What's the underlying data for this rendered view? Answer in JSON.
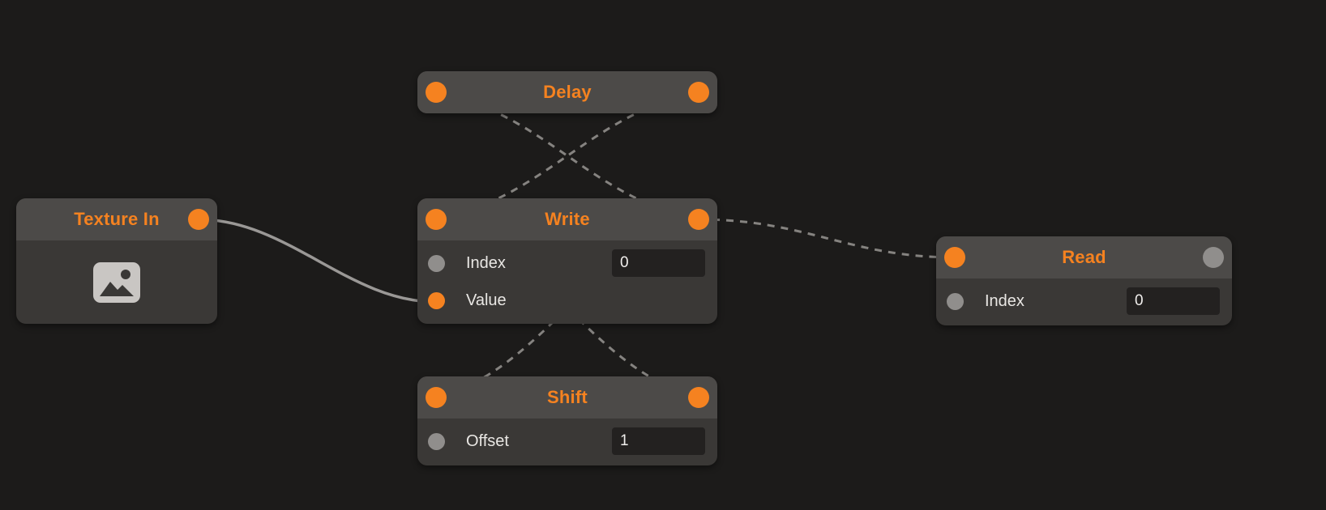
{
  "canvas": {
    "background_color": "#1c1b1a"
  },
  "colors": {
    "accent_orange": "#f58220",
    "node_header": "#4c4a48",
    "node_body": "#3a3836",
    "port_gray": "#908e8c",
    "wire_gray": "#9a9896",
    "field_background": "#232120",
    "label_text": "#e9e7e4"
  },
  "nodes": {
    "texture_in": {
      "title": "Texture In",
      "icon": "image-icon",
      "ports": {
        "output": "orange"
      }
    },
    "delay": {
      "title": "Delay",
      "ports": {
        "input": "orange",
        "output": "orange"
      }
    },
    "write": {
      "title": "Write",
      "ports": {
        "input": "orange",
        "output": "orange"
      },
      "rows": [
        {
          "label": "Index",
          "port": "gray",
          "value": "0"
        },
        {
          "label": "Value",
          "port": "orange",
          "value": null
        }
      ]
    },
    "shift": {
      "title": "Shift",
      "ports": {
        "input": "orange",
        "output": "orange"
      },
      "rows": [
        {
          "label": "Offset",
          "port": "gray",
          "value": "1"
        }
      ]
    },
    "read": {
      "title": "Read",
      "ports": {
        "input": "orange",
        "output": "gray"
      },
      "rows": [
        {
          "label": "Index",
          "port": "gray",
          "value": "0"
        }
      ]
    }
  },
  "connections": [
    {
      "from": "Texture In.output",
      "to": "Write.Value",
      "style": "solid"
    },
    {
      "from": "Delay.output",
      "to": "Write.input",
      "style": "dashed"
    },
    {
      "from": "Write.output",
      "to": "Delay.input",
      "style": "dashed"
    },
    {
      "from": "Write.output",
      "to": "Shift.input",
      "style": "dashed"
    },
    {
      "from": "Shift.output",
      "to": "Write.input",
      "style": "dashed"
    },
    {
      "from": "Write.output",
      "to": "Read.input",
      "style": "dashed"
    }
  ]
}
